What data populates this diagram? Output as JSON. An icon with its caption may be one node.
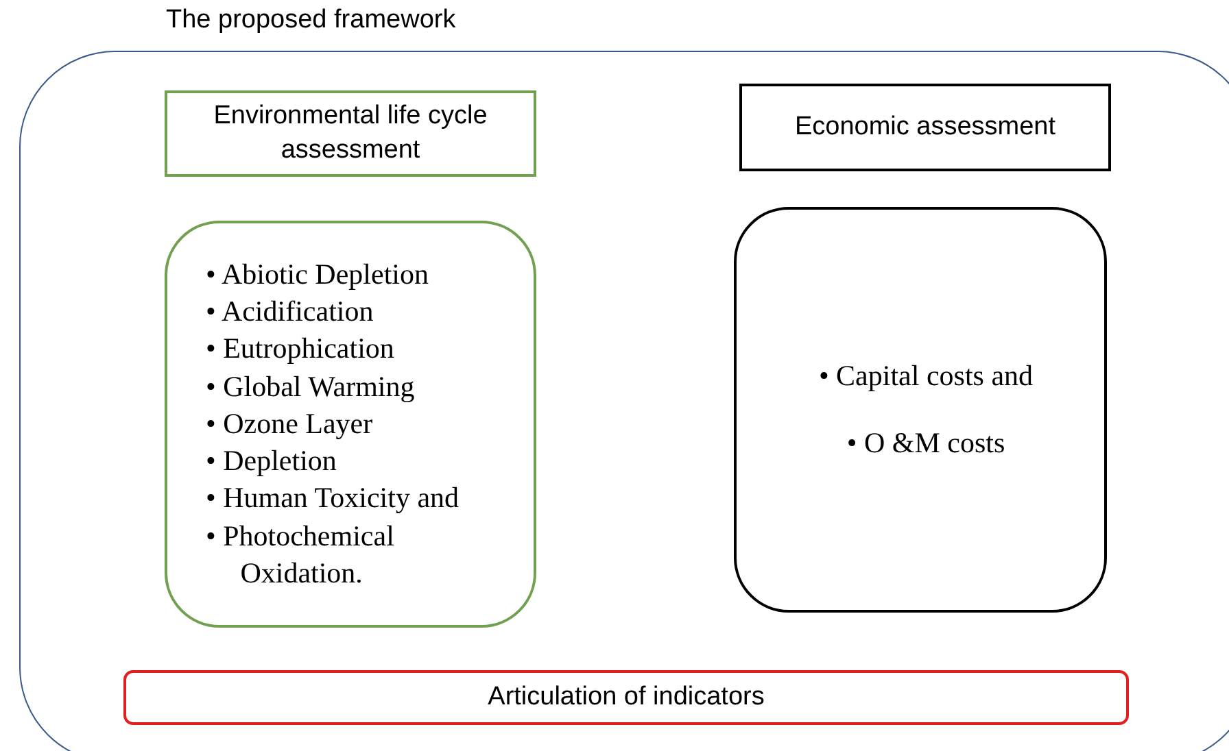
{
  "diagram": {
    "nodes": [
      {
        "text": [
          "The proposed framework"
        ]
      },
      {
        "text": [
          "Environmental life cycle assessment"
        ],
        "in": 0
      },
      {
        "text": [
          "• Abiotic Depletion",
          "• Acidification",
          "• Eutrophication",
          "• Global Warming",
          "• Ozone Layer",
          "• Depletion",
          "• Human Toxicity and",
          "• Photochemical Oxidation."
        ],
        "in": 0
      },
      {
        "text": [
          "Economic assessment"
        ],
        "in": 0
      },
      {
        "text": [
          "• Capital costs and",
          "• O &M costs"
        ],
        "in": 0
      },
      {
        "text": [
          "Articulation of indicators"
        ],
        "in": 0
      }
    ],
    "edges": []
  }
}
